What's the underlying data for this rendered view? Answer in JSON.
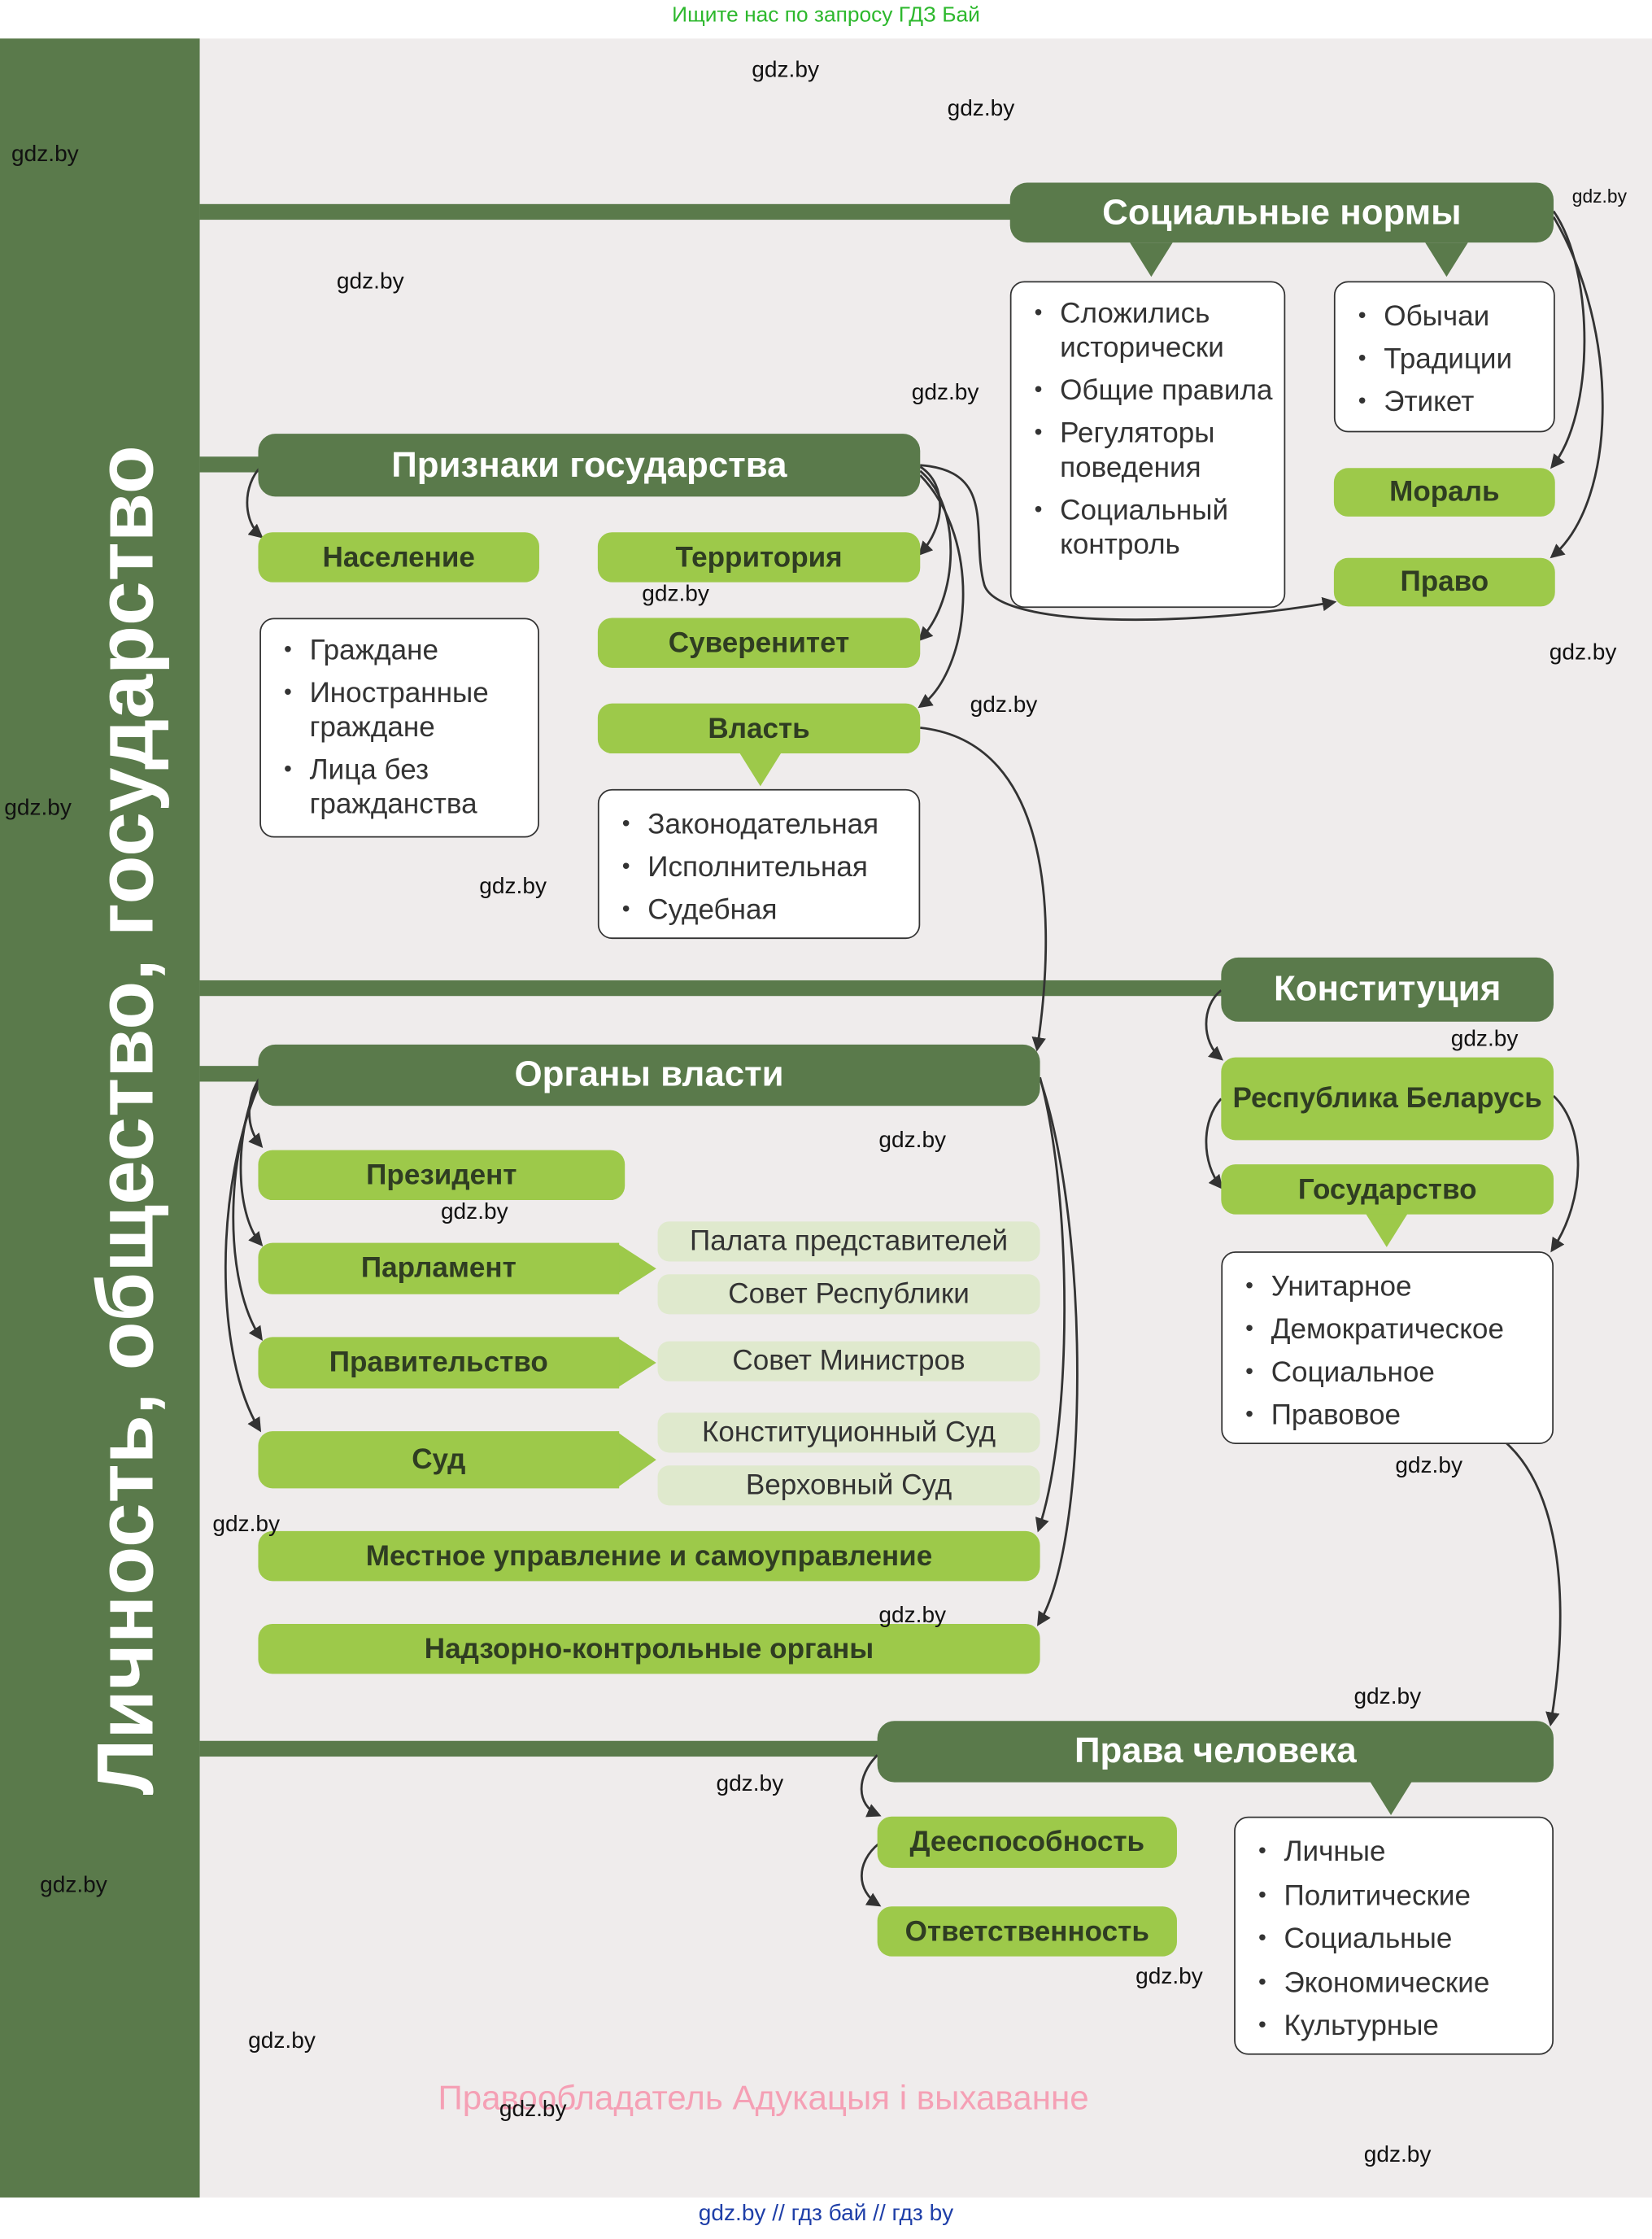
{
  "top_note": "Ищите нас по запросу ГДЗ Бай",
  "bottom_note": "gdz.by  //  гдз бай  //  гдз by",
  "copyright": "Правообладатель Адукацыя і выхаванне",
  "watermark": "gdz.by",
  "title": "Личность, общество, государство",
  "social_norms": {
    "header": "Социальные нормы",
    "features": [
      "Сложились исторически",
      "Общие правила",
      "Регуляторы поведения",
      "Социальный контроль"
    ],
    "types": [
      "Обычаи",
      "Традиции",
      "Этикет"
    ],
    "morality": "Мораль",
    "law": "Право"
  },
  "state_signs": {
    "header": "Признаки государства",
    "population": "Население",
    "population_items": [
      "Граждане",
      "Иностранные граждане",
      "Лица без гражданства"
    ],
    "territory": "Территория",
    "sovereignty": "Суверенитет",
    "power": "Власть",
    "power_items": [
      "Законодательная",
      "Исполнительная",
      "Судебная"
    ]
  },
  "constitution": {
    "header": "Конституция",
    "republic": "Республика Беларусь",
    "state": "Государство",
    "state_items": [
      "Унитарное",
      "Демократическое",
      "Социальное",
      "Правовое"
    ]
  },
  "authorities": {
    "header": "Органы власти",
    "president": "Президент",
    "parliament": "Парламент",
    "parliament_parts": [
      "Палата представителей",
      "Совет Республики"
    ],
    "government": "Правительство",
    "government_parts": [
      "Совет Министров"
    ],
    "court": "Суд",
    "court_parts": [
      "Конституционный Суд",
      "Верховный Суд"
    ],
    "local": "Местное управление и самоуправление",
    "supervisory": "Надзорно-контрольные органы"
  },
  "human_rights": {
    "header": "Права человека",
    "capacity": "Дееспособность",
    "responsibility": "Ответственность",
    "items": [
      "Личные",
      "Политические",
      "Социальные",
      "Экономические",
      "Культурные"
    ]
  }
}
